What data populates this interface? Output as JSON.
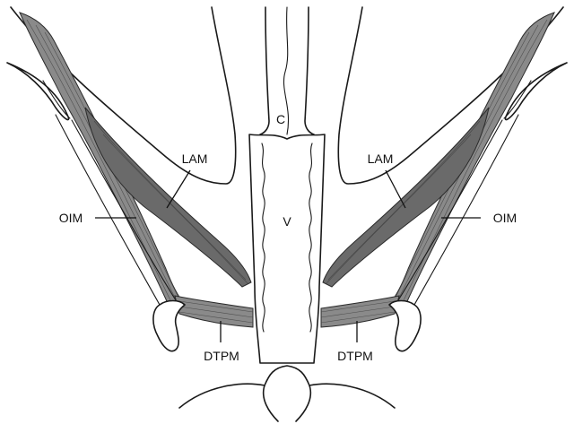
{
  "labels": {
    "cervix": "C",
    "vagina": "V",
    "lam_left": "LAM",
    "lam_right": "LAM",
    "oim_left": "OIM",
    "oim_right": "OIM",
    "dtpm_left": "DTPM",
    "dtpm_right": "DTPM"
  }
}
